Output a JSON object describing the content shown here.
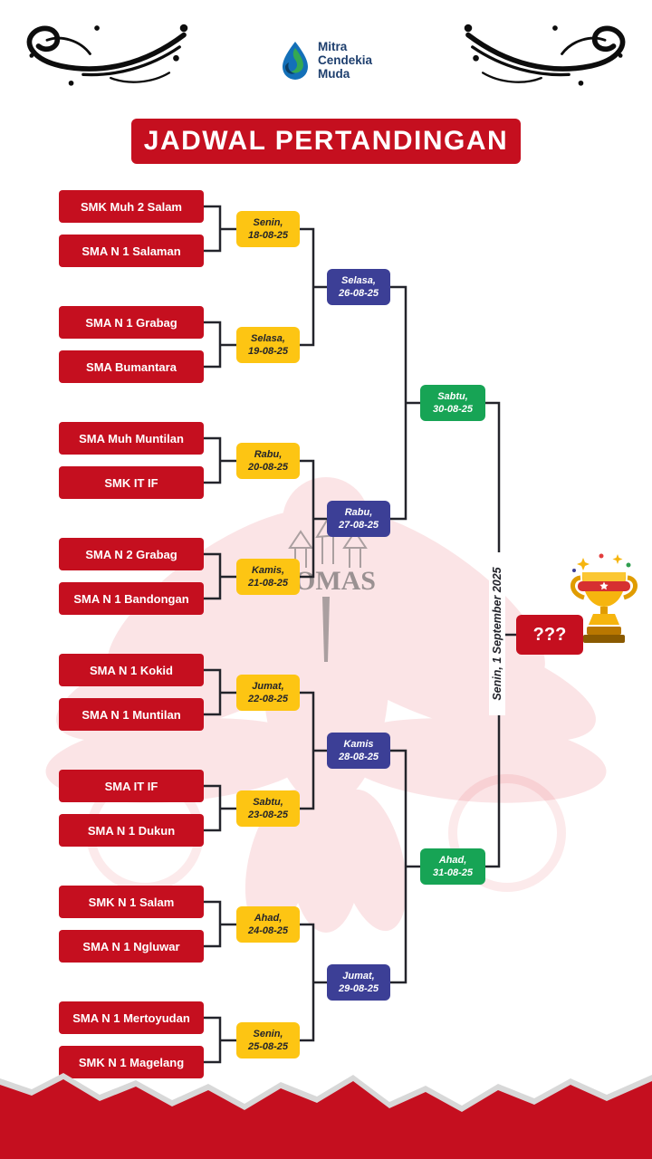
{
  "header": {
    "logo_lines": [
      "Mitra",
      "Cendekia",
      "Muda"
    ],
    "title": "JADWAL PERTANDINGAN"
  },
  "round1": [
    {
      "team1": "SMK Muh 2 Salam",
      "team2": "SMA N 1 Salaman",
      "day": "Senin,",
      "date": "18-08-25"
    },
    {
      "team1": "SMA N 1 Grabag",
      "team2": "SMA Bumantara",
      "day": "Selasa,",
      "date": "19-08-25"
    },
    {
      "team1": "SMA Muh Muntilan",
      "team2": "SMK IT IF",
      "day": "Rabu,",
      "date": "20-08-25"
    },
    {
      "team1": "SMA N 2 Grabag",
      "team2": "SMA N 1 Bandongan",
      "day": "Kamis,",
      "date": "21-08-25"
    },
    {
      "team1": "SMA N 1 Kokid",
      "team2": "SMA N 1 Muntilan",
      "day": "Jumat,",
      "date": "22-08-25"
    },
    {
      "team1": "SMA IT IF",
      "team2": "SMA N 1 Dukun",
      "day": "Sabtu,",
      "date": "23-08-25"
    },
    {
      "team1": "SMK N 1 Salam",
      "team2": "SMA N 1 Ngluwar",
      "day": "Ahad,",
      "date": "24-08-25"
    },
    {
      "team1": "SMA N 1 Mertoyudan",
      "team2": "SMK N 1 Magelang",
      "day": "Senin,",
      "date": "25-08-25"
    }
  ],
  "round2": [
    {
      "day": "Selasa,",
      "date": "26-08-25"
    },
    {
      "day": "Rabu,",
      "date": "27-08-25"
    },
    {
      "day": "Kamis",
      "date": "28-08-25"
    },
    {
      "day": "Jumat,",
      "date": "29-08-25"
    }
  ],
  "round3": [
    {
      "day": "Sabtu,",
      "date": "30-08-25"
    },
    {
      "day": "Ahad,",
      "date": "31-08-25"
    }
  ],
  "final": {
    "placeholder": "???",
    "date_label": "Senin, 1 September 2025"
  },
  "watermark_text": "LOMAS",
  "colors": {
    "red": "#c50f1f",
    "yellow": "#fdc513",
    "blue": "#3c3f96",
    "green": "#17a455"
  }
}
